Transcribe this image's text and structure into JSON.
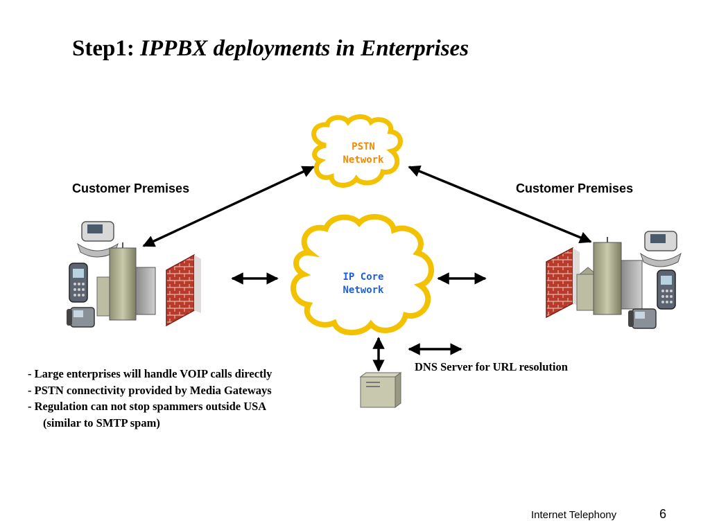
{
  "slide": {
    "title_prefix": "Step1: ",
    "title_main": "IPPBX deployments in Enterprises"
  },
  "labels": {
    "customer_premises_left": "Customer Premises",
    "customer_premises_right": "Customer Premises",
    "pstn_line1": "PSTN",
    "pstn_line2": "Network",
    "ipcore_line1": "IP Core",
    "ipcore_line2": "Network",
    "dns": "DNS Server for URL resolution"
  },
  "bullets": [
    "- Large enterprises will handle VOIP calls directly",
    "- PSTN connectivity provided by Media Gateways",
    "- Regulation can not stop spammers outside USA",
    "(similar to SMTP spam)"
  ],
  "footer": {
    "text": "Internet Telephony",
    "page": "6"
  },
  "colors": {
    "cloud_fill": "#ffffff",
    "cloud_outline": "#f2c200",
    "pstn_text": "#f08a00",
    "ipcore_text": "#1f5fd6",
    "firewall": "#c0392b",
    "building": "#b8b89a"
  }
}
